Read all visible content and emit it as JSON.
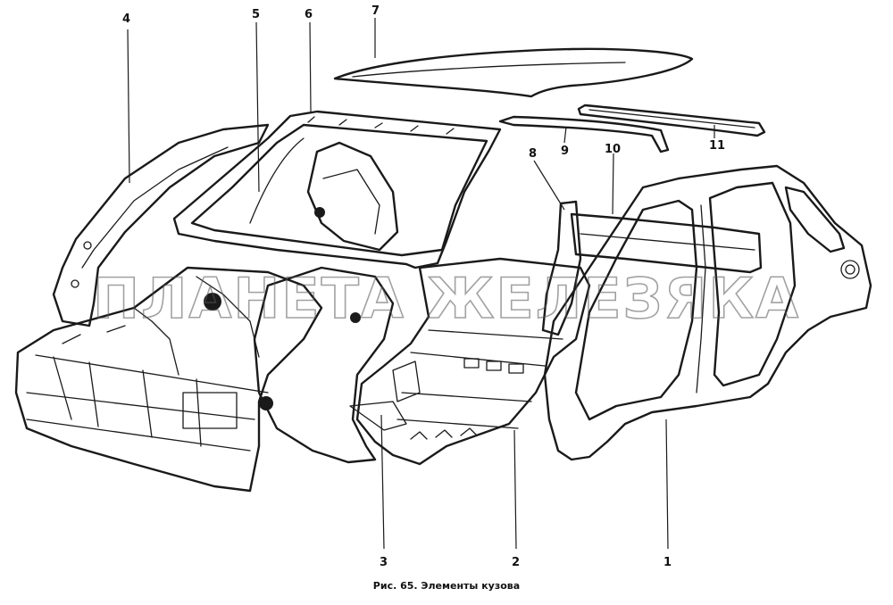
{
  "labels": [
    {
      "id": "1",
      "text": "1"
    },
    {
      "id": "2",
      "text": "2"
    },
    {
      "id": "3",
      "text": "3"
    },
    {
      "id": "4",
      "text": "4"
    },
    {
      "id": "5",
      "text": "5"
    },
    {
      "id": "6",
      "text": "6"
    },
    {
      "id": "7",
      "text": "7"
    },
    {
      "id": "8",
      "text": "8"
    },
    {
      "id": "9",
      "text": "9"
    },
    {
      "id": "10",
      "text": "10"
    },
    {
      "id": "11",
      "text": "11"
    }
  ],
  "watermark": "ПЛАНЕТА ЖЕЛЕЗЯКА",
  "caption": "Рис. 65. Элементы кузова"
}
